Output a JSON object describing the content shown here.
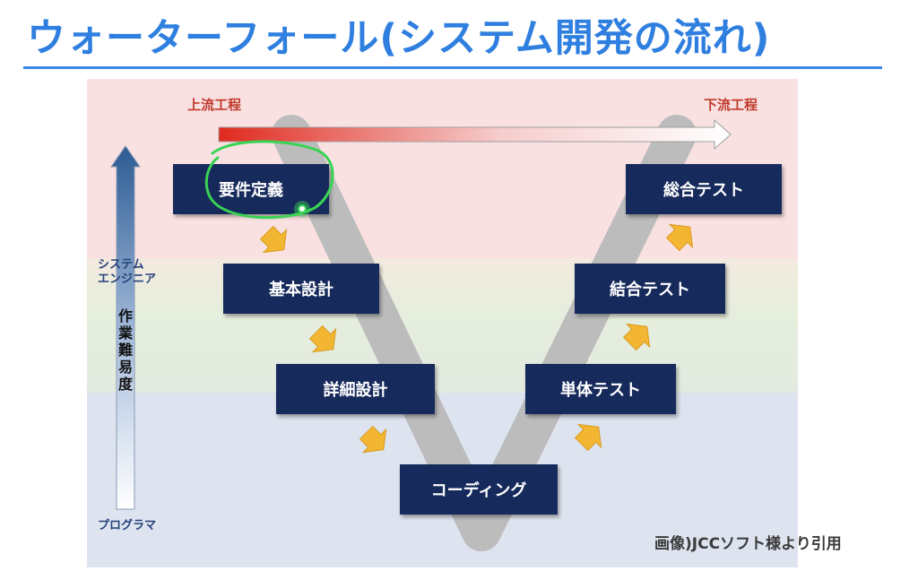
{
  "title": "ウォーターフォール(システム開発の流れ)",
  "labels": {
    "upstream": "上流工程",
    "downstream": "下流工程",
    "engineer_line1": "システム",
    "engineer_line2": "エンジニア",
    "difficulty": "作業難易度",
    "programmer": "プログラマ"
  },
  "steps": {
    "requirements": "要件定義",
    "basic_design": "基本設計",
    "detailed_design": "詳細設計",
    "coding": "コーディング",
    "unit_test": "単体テスト",
    "integration_test": "結合テスト",
    "system_test": "総合テスト"
  },
  "credit": "画像)JCCソフト様より引用",
  "colors": {
    "title": "#2f7fe0",
    "step_box": "#172a5c",
    "arrow_fill": "#f2b632",
    "arrow_stroke": "#d89a1c",
    "v_path": "#bcbcbc",
    "band_top": "#f9e1e1",
    "band_mid": "#e6eedd",
    "band_bottom": "#dde3ef",
    "highlight": "#39d353"
  }
}
